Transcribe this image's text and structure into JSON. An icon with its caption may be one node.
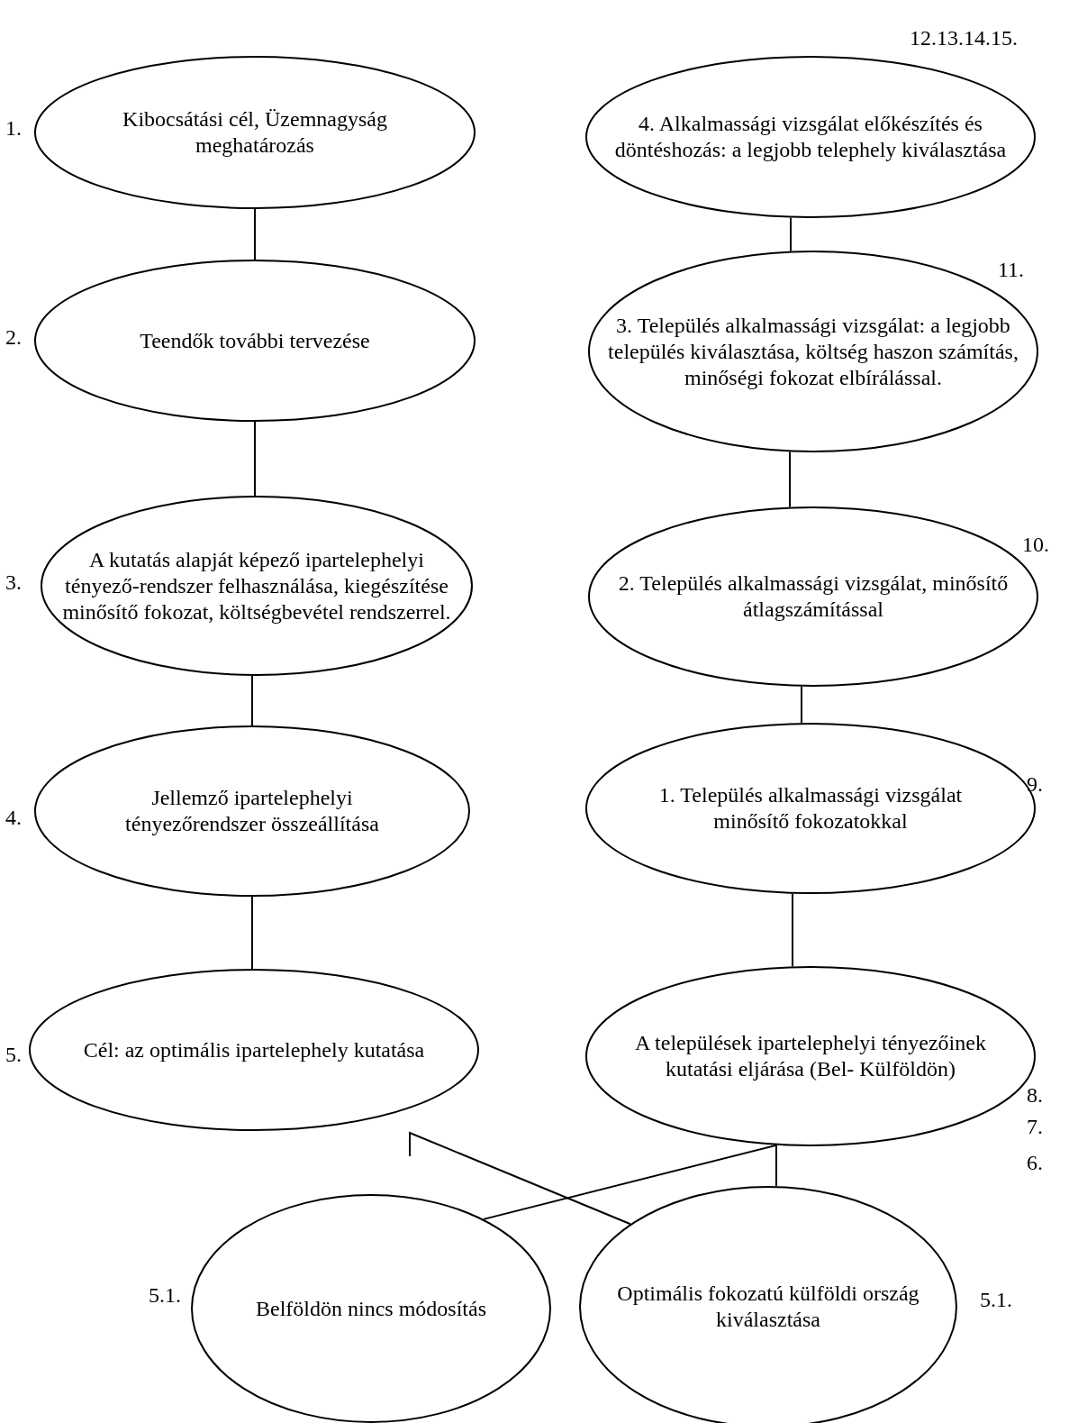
{
  "diagram": {
    "nodes": [
      {
        "text": [
          "Kibocsátási cél, Üzemnagyság meghatározás"
        ],
        "beside": [
          "1."
        ]
      },
      {
        "text": [
          "Teendők további tervezése"
        ],
        "beside": [
          "2."
        ]
      },
      {
        "text": [
          "A kutatás alapját képező ipartelephelyi tényező-rendszer felhasználása, kiegészítése minősítő fokozat, költségbevétel rendszerrel."
        ],
        "beside": [
          "3."
        ]
      },
      {
        "text": [
          "Jellemző ipartelephelyi tényezőrendszer összeállítása"
        ],
        "beside": [
          "4."
        ]
      },
      {
        "text": [
          "Cél: az optimális ipartelephely kutatása"
        ],
        "beside": [
          "5."
        ]
      },
      {
        "text": [
          "Belföldön nincs módosítás"
        ],
        "beside": [
          "5.1."
        ]
      },
      {
        "text": [
          "Optimális fokozatú külföldi ország kiválasztása"
        ],
        "beside": [
          "5.1."
        ]
      },
      {
        "text": [
          "A települések ipartelephelyi tényezőinek kutatási eljárása (Bel- Külföldön)"
        ],
        "beside": [
          "8.",
          "7.",
          "6."
        ]
      },
      {
        "text": [
          "1. Település alkalmassági vizsgálat minősítő fokozatokkal"
        ],
        "beside": [
          "9."
        ]
      },
      {
        "text": [
          "2. Település alkalmassági vizsgálat, minősítő átlagszámítással"
        ],
        "beside": [
          "10."
        ]
      },
      {
        "text": [
          "3. Település alkalmassági vizsgálat: a legjobb település kiválasztása, költség haszon számítás, minőségi fokozat elbírálással."
        ],
        "beside": [
          "11."
        ]
      },
      {
        "text": [
          "4. Alkalmassági vizsgálat előkészítés és döntéshozás: a legjobb telephely kiválasztása"
        ],
        "beside": [
          "12.13.14.15."
        ]
      }
    ],
    "edges": [
      {
        "from": 0,
        "to": 1,
        "arrow": "none"
      },
      {
        "from": 1,
        "to": 2,
        "arrow": "none"
      },
      {
        "from": 2,
        "to": 3,
        "arrow": "none"
      },
      {
        "from": 3,
        "to": 4,
        "arrow": "none"
      },
      {
        "from": 7,
        "to": 6,
        "arrow": "none"
      },
      {
        "from": 7,
        "to": 5,
        "arrow": "none"
      },
      {
        "from": null,
        "to": 6,
        "arrow": "none"
      },
      {
        "from": 7,
        "to": 8,
        "arrow": "none"
      },
      {
        "from": 8,
        "to": 9,
        "arrow": "none"
      },
      {
        "from": 9,
        "to": 10,
        "arrow": "none"
      },
      {
        "from": 10,
        "to": 11,
        "arrow": "none"
      }
    ]
  }
}
